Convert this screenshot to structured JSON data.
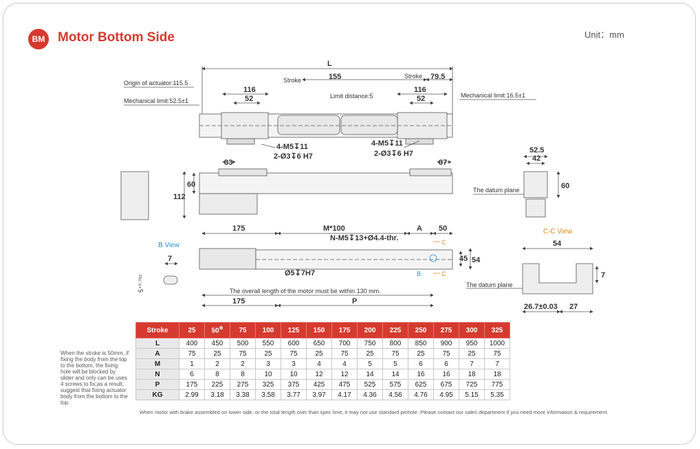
{
  "header": {
    "badge": "BM",
    "title": "Motor Bottom Side",
    "unit": "Unit：mm"
  },
  "top_view": {
    "L": "L",
    "stroke_left": "Stroke",
    "dim_155": "155",
    "stroke_right": "Stroke",
    "dim_79_5": "79.5",
    "origin": "Origin of actuator:115.5",
    "mech_left": "Mechanical limit:52.5±1",
    "limit_distance": "Limit distance:5",
    "mech_right": "Mechanical limit:16.5±1",
    "dim_116a": "116",
    "dim_52a": "52",
    "dim_116b": "116",
    "dim_52b": "52",
    "m5_left": "4-M5↧11",
    "hole_left": "2-Ø3↧6 H7",
    "m5_right": "4-M5↧11",
    "hole_right": "2-Ø3↧6 H7"
  },
  "side_view": {
    "dim_33": "33",
    "dim_37": "37",
    "dim_60": "60",
    "dim_112": "112"
  },
  "end_view": {
    "dim_52_5": "52.5",
    "dim_42": "42",
    "dim_60": "60",
    "datum": "The datum plane"
  },
  "bottom_view": {
    "dim_175a": "175",
    "m100": "M*100",
    "A": "A",
    "dim_50": "50",
    "n_holes": "N-M5↧13+Ø4.4-thr.",
    "c_top": "C",
    "c_bottom": "C",
    "b_mark": "B",
    "dim_45": "45",
    "dim_54": "54",
    "pin": "Ø5↧7H7",
    "motor_note": "The overall length of the motor must be within 130 mm.",
    "dim_175b": "175",
    "P": "P"
  },
  "b_view": {
    "title": "B View",
    "dim_7": "7",
    "tol": "5⁺⁰·⁰¹²"
  },
  "cc_view": {
    "title": "C-C View",
    "dim_54": "54",
    "dim_7": "7",
    "datum": "The datum plane",
    "dim_26_7": "26.7±0.03",
    "dim_27": "27"
  },
  "spec_table": {
    "columns": [
      "Stroke",
      "25",
      "50",
      "75",
      "100",
      "125",
      "150",
      "175",
      "200",
      "225",
      "250",
      "275",
      "300",
      "325"
    ],
    "star": "※",
    "rows": [
      {
        "label": "L",
        "values": [
          "400",
          "450",
          "500",
          "550",
          "600",
          "650",
          "700",
          "750",
          "800",
          "850",
          "900",
          "950",
          "1000"
        ]
      },
      {
        "label": "A",
        "values": [
          "75",
          "25",
          "75",
          "25",
          "75",
          "25",
          "75",
          "25",
          "75",
          "25",
          "75",
          "25",
          "75"
        ]
      },
      {
        "label": "M",
        "values": [
          "1",
          "2",
          "2",
          "3",
          "3",
          "4",
          "4",
          "5",
          "5",
          "6",
          "6",
          "7",
          "7"
        ]
      },
      {
        "label": "N",
        "values": [
          "6",
          "8",
          "8",
          "10",
          "10",
          "12",
          "12",
          "14",
          "14",
          "16",
          "16",
          "18",
          "18"
        ]
      },
      {
        "label": "P",
        "values": [
          "175",
          "225",
          "275",
          "325",
          "375",
          "425",
          "475",
          "525",
          "575",
          "625",
          "675",
          "725",
          "775"
        ]
      },
      {
        "label": "KG",
        "values": [
          "2.99",
          "3.18",
          "3.38",
          "3.58",
          "3.77",
          "3.97",
          "4.17",
          "4.36",
          "4.56",
          "4.76",
          "4.95",
          "5.15",
          "5.35"
        ]
      }
    ]
  },
  "notes": {
    "left": "When the stroke is 50mm, if fixing the body from the top to the bottom, the fixing hole will be blocked by slider and only can be uses 4 screws to fix;as a result, suggest that fixing actuator body from the bottom to the top.",
    "bottom": "When motor with brake assembled on lower side, or the total length over than spec limit, it may not use standard pinhole. Please contact our sales department if you need more information & requirement."
  },
  "colors": {
    "accent": "#d63a2f",
    "orange": "#e08a1e",
    "blue": "#2b8fd6"
  }
}
